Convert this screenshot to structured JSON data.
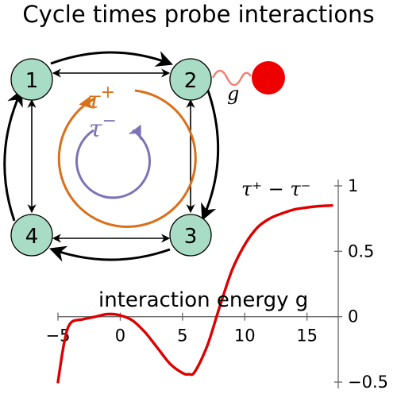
{
  "title": "Cycle times probe interactions",
  "nodes": [
    {
      "id": "node-1",
      "label": "1"
    },
    {
      "id": "node-2",
      "label": "2"
    },
    {
      "id": "node-3",
      "label": "3"
    },
    {
      "id": "node-4",
      "label": "4"
    }
  ],
  "coupling_label": "g",
  "cycle_labels": {
    "tau_plus": {
      "symbol": "τ",
      "sup": "+"
    },
    "tau_minus": {
      "symbol": "τ",
      "sup": "−"
    }
  },
  "colors": {
    "node_fill": "#a8dcc4",
    "tau_plus": "#d9701b",
    "tau_minus": "#7b72b8",
    "probe": "#ee0000",
    "spring": "#f08070",
    "curve": "#dd0000"
  },
  "chart_data": {
    "type": "line",
    "title": "",
    "xlabel": "interaction energy g",
    "ylabel": "τ⁺ − τ⁻",
    "xlim": [
      -5,
      17
    ],
    "ylim": [
      -0.5,
      1
    ],
    "xticks": [
      -5,
      0,
      5,
      10,
      15
    ],
    "yticks": [
      1,
      0.5,
      0,
      -0.5
    ],
    "xtick_labels": [
      "−5",
      "0",
      "5",
      "10",
      "15"
    ],
    "ytick_labels": [
      "1",
      "0.5",
      "0",
      "−0.5"
    ],
    "series": [
      {
        "x": [
          -5,
          -4.5,
          -4,
          -3,
          -2,
          -1,
          0,
          1,
          2,
          3,
          4,
          5,
          5.5,
          6,
          7,
          8,
          9,
          10,
          11,
          12,
          13,
          14,
          15,
          16,
          17
        ],
        "y": [
          -0.5,
          -0.2,
          -0.05,
          -0.02,
          0.0,
          0.02,
          0.01,
          -0.03,
          -0.12,
          -0.24,
          -0.36,
          -0.43,
          -0.44,
          -0.42,
          -0.22,
          0.08,
          0.36,
          0.55,
          0.68,
          0.75,
          0.79,
          0.82,
          0.835,
          0.845,
          0.85
        ]
      }
    ]
  }
}
